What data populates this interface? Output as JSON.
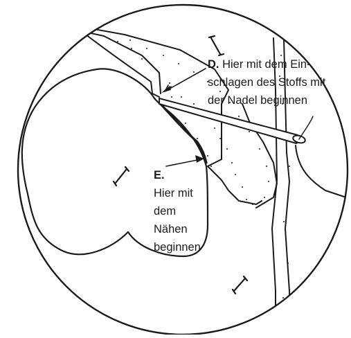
{
  "annotations": {
    "d": {
      "letter": "D.",
      "line1": "Hier mit dem Ein-",
      "line2": "schlagen des Stoffs mit",
      "line3": "der Nadel beginnen"
    },
    "e": {
      "letter": "E.",
      "line1": "Hier mit",
      "line2": "dem",
      "line3": "Nähen",
      "line4": "beginnen"
    }
  },
  "colors": {
    "ink": "#1a1a1a",
    "background": "#ffffff"
  },
  "icons": [
    "pin-icon",
    "needle-icon"
  ]
}
